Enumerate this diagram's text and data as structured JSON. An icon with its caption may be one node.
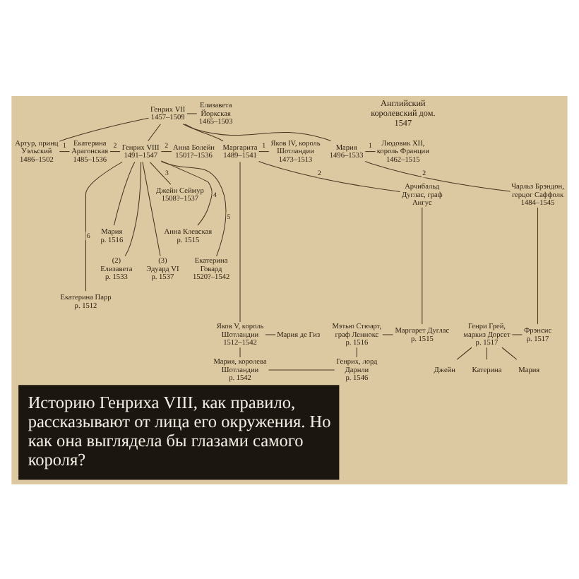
{
  "diagram": {
    "title": "Английский королевский дом. 1547",
    "caption": "Историю Генриха VIII, как правило, рассказывают от лица его окружения. Но как она выглядела бы глазами самого короля?",
    "nodes": [
      {
        "text": [
          "Генрих VII",
          "1457–1509"
        ]
      },
      {
        "text": [
          "Елизавета Йоркская",
          "1465–1503"
        ]
      },
      {
        "text": [
          "Артур, принц Уэльский",
          "1486–1502"
        ]
      },
      {
        "text": [
          "Екатерина Арагонская",
          "1485–1536"
        ]
      },
      {
        "text": [
          "Генрих VIII",
          "1491–1547"
        ]
      },
      {
        "text": [
          "Анна Болейн",
          "1501?–1536"
        ]
      },
      {
        "text": [
          "Джейн Сеймур",
          "1508?–1537"
        ]
      },
      {
        "text": [
          "Анна Клевская",
          "р. 1515"
        ]
      },
      {
        "text": [
          "Екатерина Говард",
          "1520?–1542"
        ]
      },
      {
        "text": [
          "Екатерина Парр",
          "р. 1512"
        ]
      },
      {
        "text": [
          "Мария",
          "р. 1516"
        ]
      },
      {
        "text": [
          "(2)",
          "Елизавета",
          "р. 1533"
        ]
      },
      {
        "text": [
          "(3)",
          "Эдуард VI",
          "р. 1537"
        ]
      },
      {
        "text": [
          "Маргарита",
          "1489–1541"
        ]
      },
      {
        "text": [
          "Яков IV, король Шотландии",
          "1473–1513"
        ]
      },
      {
        "text": [
          "Арчибальд Дуглас, граф Ангус"
        ]
      },
      {
        "text": [
          "Мария",
          "1496–1533"
        ]
      },
      {
        "text": [
          "Людовик XII, король Франции",
          "1462–1515"
        ]
      },
      {
        "text": [
          "Чарльз Брэндон, герцог Саффолк",
          "1484–1545"
        ]
      },
      {
        "text": [
          "Яков V, король Шотландии",
          "1512–1542"
        ]
      },
      {
        "text": [
          "Мария де Гиз"
        ]
      },
      {
        "text": [
          "Мэтью Стюарт, граф Леннокс",
          "р. 1516"
        ]
      },
      {
        "text": [
          "Маргарет Дуглас",
          "р. 1515"
        ]
      },
      {
        "text": [
          "Генри Грей, маркиз Дорсет",
          "р. 1517"
        ]
      },
      {
        "text": [
          "Фрэнсис",
          "р. 1517"
        ]
      },
      {
        "text": [
          "Мария, королева Шотландии",
          "р. 1542"
        ]
      },
      {
        "text": [
          "Генрих, лорд Дарнли",
          "р. 1546"
        ]
      },
      {
        "text": [
          "Джейн"
        ]
      },
      {
        "text": [
          "Катерина"
        ]
      },
      {
        "text": [
          "Мария"
        ]
      }
    ],
    "edges": [
      {
        "from": 0,
        "to": 1,
        "arrow": "none"
      },
      {
        "from": 0,
        "to": 2,
        "arrow": "none"
      },
      {
        "from": 0,
        "to": 4,
        "arrow": "none"
      },
      {
        "from": 0,
        "to": 13,
        "arrow": "none"
      },
      {
        "from": 0,
        "to": 16,
        "arrow": "none"
      },
      {
        "from": 2,
        "to": 3,
        "arrow": "none",
        "label": "1"
      },
      {
        "from": 3,
        "to": 4,
        "arrow": "none",
        "label": "2"
      },
      {
        "from": 4,
        "to": 5,
        "arrow": "none",
        "label": "2"
      },
      {
        "from": 4,
        "to": 6,
        "arrow": "none",
        "label": "3"
      },
      {
        "from": 4,
        "to": 7,
        "arrow": "none",
        "label": "4"
      },
      {
        "from": 4,
        "to": 8,
        "arrow": "none",
        "label": "5"
      },
      {
        "from": 4,
        "to": 9,
        "arrow": "none",
        "label": "6"
      },
      {
        "from": 4,
        "to": 10,
        "arrow": "none"
      },
      {
        "from": 4,
        "to": 11,
        "arrow": "none"
      },
      {
        "from": 4,
        "to": 12,
        "arrow": "none"
      },
      {
        "from": 13,
        "to": 14,
        "arrow": "none",
        "label": "1"
      },
      {
        "from": 13,
        "to": 15,
        "arrow": "none",
        "label": "2"
      },
      {
        "from": 16,
        "to": 17,
        "arrow": "none",
        "label": "1"
      },
      {
        "from": 16,
        "to": 18,
        "arrow": "none",
        "label": "2"
      },
      {
        "from": 13,
        "to": 19,
        "arrow": "none"
      },
      {
        "from": 15,
        "to": 22,
        "arrow": "none"
      },
      {
        "from": 18,
        "to": 24,
        "arrow": "none"
      },
      {
        "from": 19,
        "to": 20,
        "arrow": "none"
      },
      {
        "from": 21,
        "to": 22,
        "arrow": "none"
      },
      {
        "from": 23,
        "to": 24,
        "arrow": "none"
      },
      {
        "from": 19,
        "to": 25,
        "arrow": "none"
      },
      {
        "from": 21,
        "to": 26,
        "arrow": "none"
      },
      {
        "from": 25,
        "to": 26,
        "arrow": "none"
      },
      {
        "from": 23,
        "to": 27,
        "arrow": "none"
      },
      {
        "from": 23,
        "to": 28,
        "arrow": "none"
      },
      {
        "from": 23,
        "to": 29,
        "arrow": "none"
      }
    ]
  }
}
